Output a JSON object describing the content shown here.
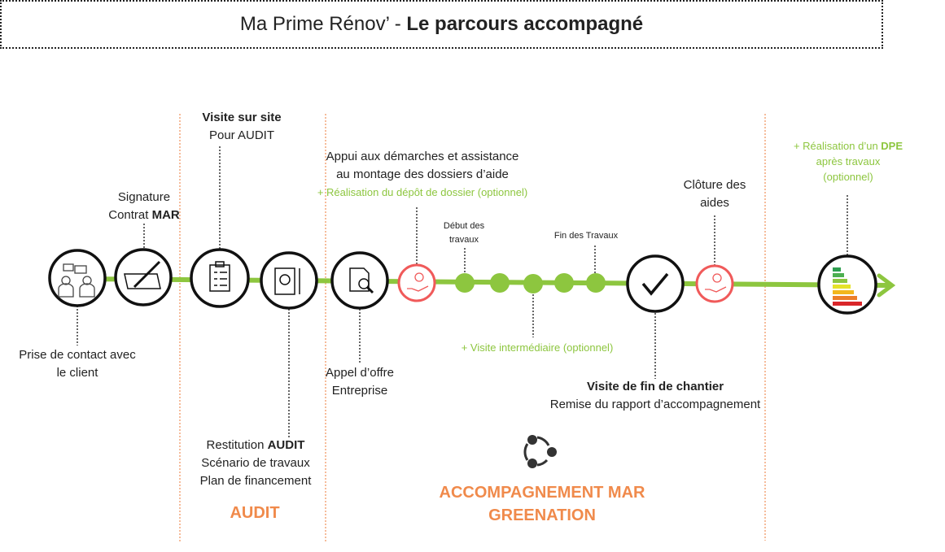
{
  "title": {
    "regular": "Ma Prime Rénov’ - ",
    "bold": "Le parcours accompagné"
  },
  "steps": {
    "contact": [
      "Prise de contact avec",
      "le client"
    ],
    "signature": {
      "l1": "Signature",
      "l2a": "Contrat ",
      "l2b": "MAR"
    },
    "visite": {
      "l1": "Visite sur site",
      "l2": "Pour AUDIT"
    },
    "restitution": {
      "l1a": "Restitution ",
      "l1b": "AUDIT",
      "l2": "Scénario de travaux",
      "l3": "Plan de financement"
    },
    "appui": {
      "l1": "Appui aux démarches et assistance",
      "l2": "au montage des dossiers d’aide",
      "l3": "+ Réalisation du dépôt de dossier (optionnel)"
    },
    "appel": [
      "Appel d’offre",
      "Entreprise"
    ],
    "debut": [
      "Début des",
      "travaux"
    ],
    "fin": "Fin des Travaux",
    "intermediaire": "+ Visite intermédiaire (optionnel)",
    "fin_chantier": {
      "l1": "Visite de fin de chantier",
      "l2": "Remise du rapport d’accompagnement"
    },
    "cloture": [
      "Clôture des",
      "aides"
    ],
    "dpe": {
      "l1a": "+ Réalisation d’un ",
      "l1b": "DPE",
      "l2": "après travaux",
      "l3": "(optionnel)"
    }
  },
  "sections": {
    "audit": "AUDIT",
    "accomp1": "ACCOMPAGNEMENT MAR",
    "accomp2": "GREENATION"
  },
  "colors": {
    "green": "#8dc63f",
    "orange": "#f08a4b",
    "red": "#f05a5a"
  }
}
